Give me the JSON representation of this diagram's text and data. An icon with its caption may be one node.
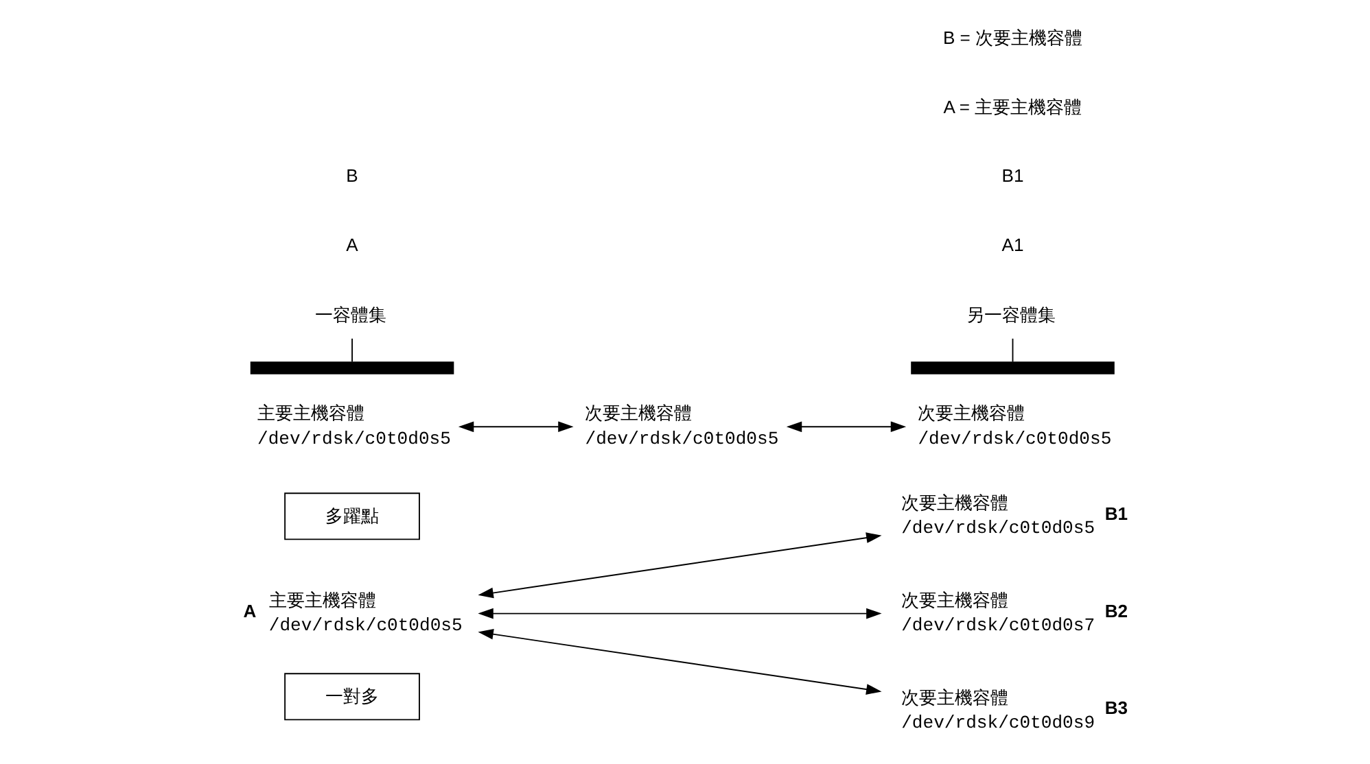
{
  "diagram": {
    "nodes": [
      {
        "text": [
          "一對多"
        ]
      },
      {
        "text": [
          "主要主機容體",
          "/dev/rdsk/c0t0d0s5"
        ],
        "beside": [
          "A"
        ]
      },
      {
        "text": [
          "次要主機容體",
          "/dev/rdsk/c0t0d0s5"
        ],
        "beside": [
          "B1"
        ]
      },
      {
        "text": [
          "次要主機容體",
          "/dev/rdsk/c0t0d0s7"
        ],
        "beside": [
          "B2"
        ]
      },
      {
        "text": [
          "次要主機容體",
          "/dev/rdsk/c0t0d0s9"
        ],
        "beside": [
          "B3"
        ]
      },
      {
        "text": [
          "多躍點"
        ]
      },
      {
        "text": [
          "主要主機容體",
          "/dev/rdsk/c0t0d0s5"
        ]
      },
      {
        "text": [
          "次要主機容體",
          "/dev/rdsk/c0t0d0s5"
        ]
      },
      {
        "text": [
          "次要主機容體",
          "/dev/rdsk/c0t0d0s5"
        ]
      },
      {
        "text": [],
        "shape": "bar"
      },
      {
        "text": [
          "一容體集"
        ]
      },
      {
        "text": [],
        "shape": "bar"
      },
      {
        "text": [
          "另一容體集"
        ]
      }
    ],
    "edges": [
      {
        "from": 1,
        "to": 2,
        "arrow": "both"
      },
      {
        "from": 1,
        "to": 3,
        "arrow": "both"
      },
      {
        "from": 1,
        "to": 4,
        "arrow": "both"
      },
      {
        "from": 6,
        "to": 7,
        "arrow": "both"
      },
      {
        "from": 7,
        "to": 8,
        "arrow": "both"
      },
      {
        "from": 10,
        "to": 9,
        "arrow": "none"
      },
      {
        "from": 12,
        "to": 11,
        "arrow": "none"
      }
    ],
    "labels": [
      "A",
      "B",
      "A1",
      "B1",
      "A = 主要主機容體",
      "B = 次要主機容體"
    ]
  }
}
